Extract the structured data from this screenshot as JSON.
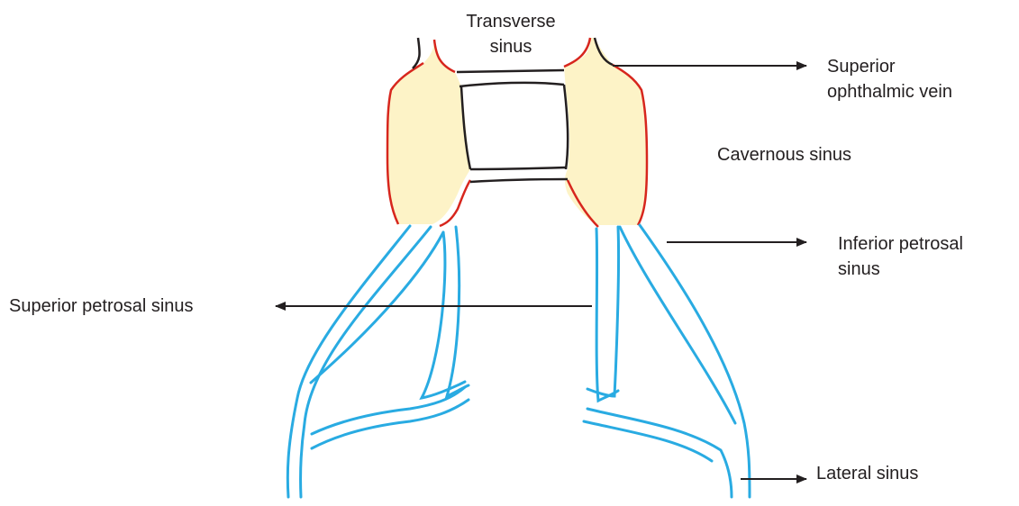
{
  "labels": {
    "transverse_sinus": [
      "Transverse",
      "sinus"
    ],
    "superior_ophthalmic_vein": [
      "Superior",
      "ophthalmic vein"
    ],
    "cavernous_sinus": "Cavernous sinus",
    "inferior_petrosal_sinus": [
      "Inferior petrosal",
      "sinus"
    ],
    "superior_petrosal_sinus": "Superior petrosal sinus",
    "lateral_sinus": "Lateral sinus"
  },
  "colors": {
    "cavernous_fill": "#fdf3c7",
    "cavernous_outline": "#d7261d",
    "petrosal_vessels": "#29abe2",
    "lines_and_arrows": "#231f20",
    "text": "#231f20"
  }
}
